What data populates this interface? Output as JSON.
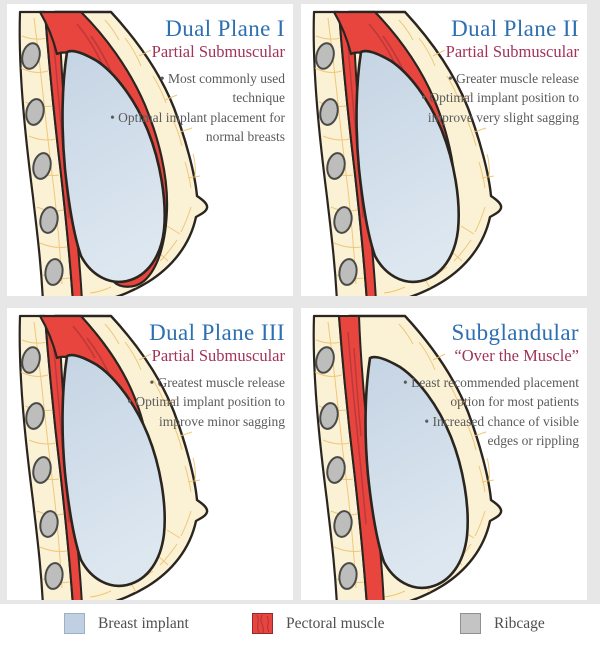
{
  "panels": [
    {
      "title": "Dual Plane I",
      "subtitle": "Partial Submuscular",
      "bullets": [
        "• Most commonly used technique",
        "• Optimal implant placement for normal breasts"
      ],
      "muscle_coverage": "muscle covers implant down to lower pole"
    },
    {
      "title": "Dual Plane II",
      "subtitle": "Partial Submuscular",
      "bullets": [
        "• Greater muscle release",
        "• Optimal implant position to improve very slight sagging"
      ],
      "muscle_coverage": "muscle covers upper half of implant"
    },
    {
      "title": "Dual Plane III",
      "subtitle": "Partial Submuscular",
      "bullets": [
        "• Greatest muscle release",
        "• Optimal implant position to improve minor sagging"
      ],
      "muscle_coverage": "muscle covers upper third of implant"
    },
    {
      "title": "Subglandular",
      "subtitle": "“Over the Muscle”",
      "bullets": [
        "• Least recommended placement option for most patients",
        "• Increased chance of visible edges or rippling"
      ],
      "muscle_coverage": "muscle entirely behind implant against chest wall"
    }
  ],
  "legend": {
    "items": [
      {
        "label": "Breast implant",
        "swatch": "breast-implant-swatch",
        "color": "#c0d0e2"
      },
      {
        "label": "Pectoral muscle",
        "swatch": "pectoral-muscle-swatch",
        "color": "#e8453f"
      },
      {
        "label": "Ribcage",
        "swatch": "ribcage-swatch",
        "color": "#c4c4c4"
      }
    ]
  },
  "colors": {
    "title_blue": "#2e6fb2",
    "subtitle_maroon": "#a23358",
    "body_text": "#5a5a5a",
    "implant_blue": "#c5d4e4",
    "muscle_red": "#e8453f",
    "ribcage_gray": "#c4c4c4",
    "fat_cream": "#fbf2d6",
    "outline": "#2b2520",
    "background": "#e7e7e7"
  }
}
